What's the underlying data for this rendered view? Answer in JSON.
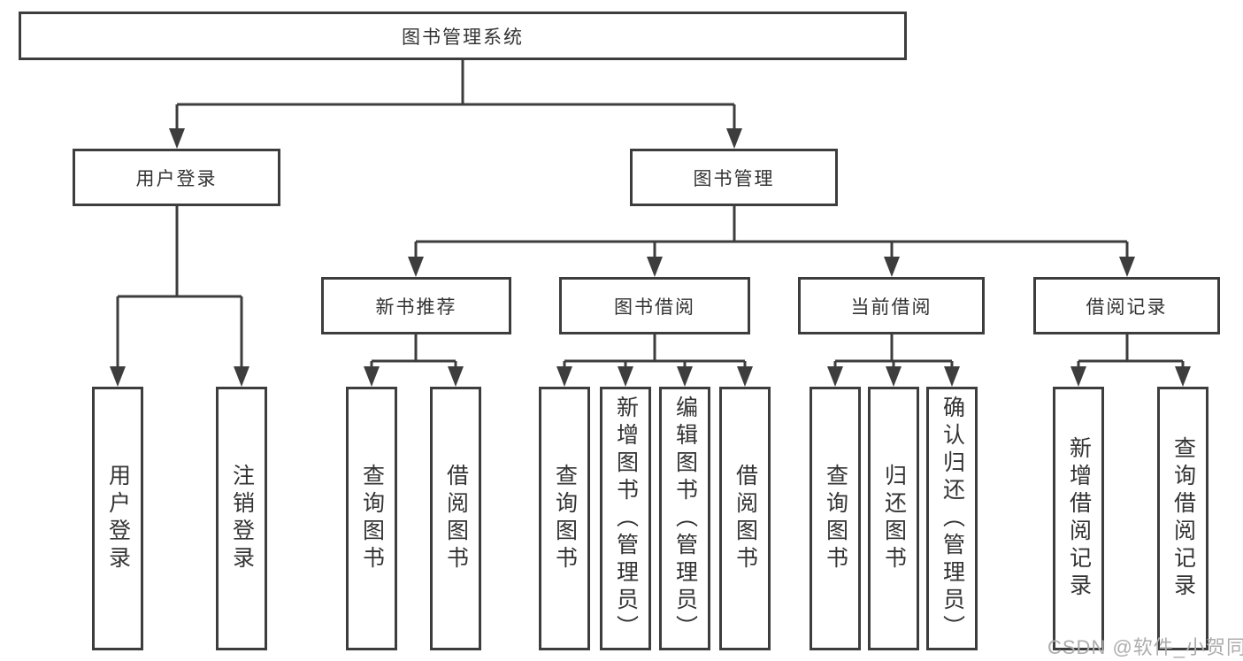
{
  "diagram": {
    "nodes": {
      "root": "图书管理系统",
      "user_login": "用户登录",
      "book_mgmt": "图书管理",
      "new_books": "新书推荐",
      "book_borrow": "图书借阅",
      "current_borrow": "当前借阅",
      "borrow_records": "借阅记录"
    },
    "leaves": {
      "user_login": [
        "用户登录",
        "注销登录"
      ],
      "new_books": [
        "查询图书",
        "借阅图书"
      ],
      "book_borrow": [
        "查询图书",
        "新增图书（管理员）",
        "编辑图书（管理员）",
        "借阅图书"
      ],
      "current_borrow": [
        "查询图书",
        "归还图书",
        "确认归还（管理员）"
      ],
      "borrow_records": [
        "新增借阅记录",
        "查询借阅记录"
      ]
    },
    "watermark": "CSDN @软件_小贺同学",
    "colors": {
      "line": "#3d3d3d",
      "border": "#3d3d3d",
      "text": "#333333",
      "watermark": "#adadad",
      "background": "#ffffff"
    }
  }
}
